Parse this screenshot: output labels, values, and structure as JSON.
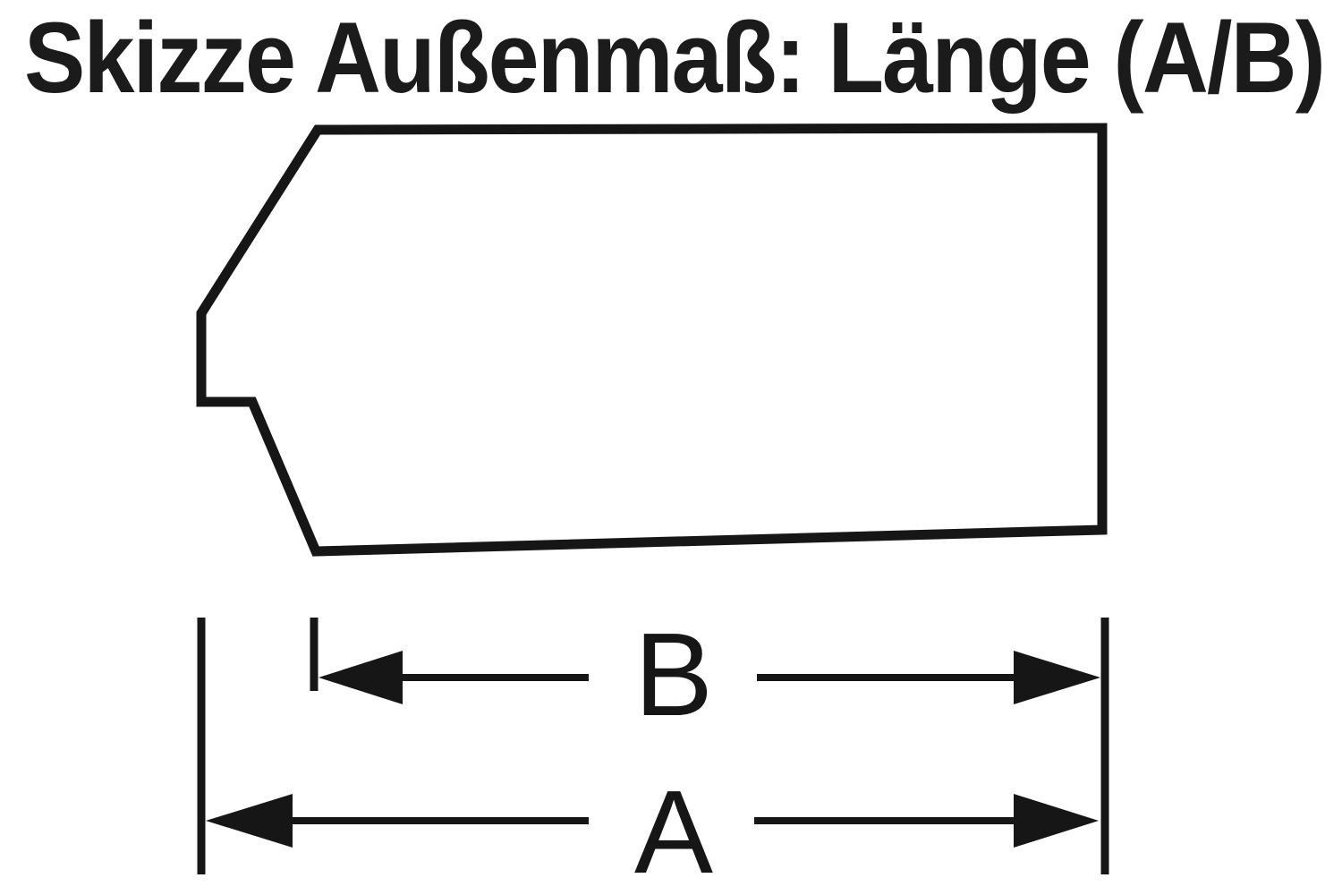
{
  "title": "Skizze Außenmaß: Länge (A/B)",
  "diagram": {
    "subject": "storage-bin-side-profile-outline",
    "dimensions": {
      "b_label": "B",
      "a_label": "A"
    }
  },
  "colors": {
    "ink": "#161616",
    "title_ink": "#1b1b1b",
    "background": "#ffffff"
  }
}
